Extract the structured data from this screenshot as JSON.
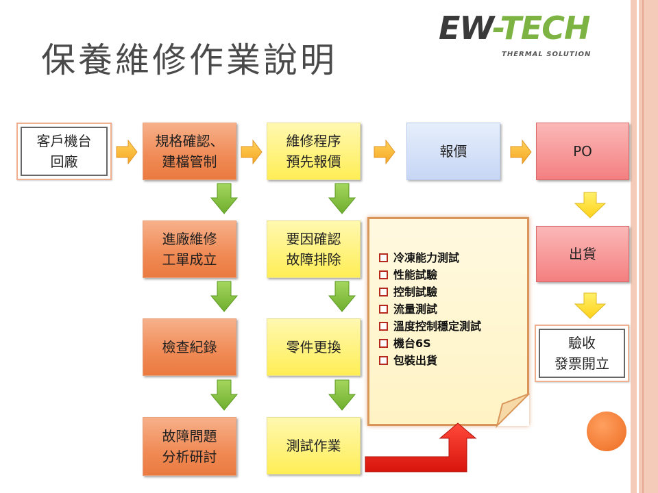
{
  "slide": {
    "title": "保養維修作業說明",
    "logo": {
      "main_part1": "EW",
      "main_part2": "-TECH",
      "tagline": "THERMAL SOLUTION"
    }
  },
  "flow": {
    "customer_return": "客戶機台\n回廠",
    "spec_confirm": "規格確認、\n建檔管制",
    "repair_quote": "維修程序\n預先報價",
    "quote": "報價",
    "po": "PO",
    "work_order": "進廠維修\n工單成立",
    "cause_confirm": "要因確認\n故障排除",
    "shipment": "出貨",
    "inspection_record": "檢查紀錄",
    "parts_replace": "零件更換",
    "acceptance": "驗收\n發票開立",
    "fault_analysis": "故障問題\n分析研討",
    "test_work": "測試作業"
  },
  "checklist": {
    "items": [
      "冷凍能力測試",
      "性能試驗",
      "控制試驗",
      "流量測試",
      "溫度控制穩定測試",
      "機台6S",
      "包裝出貨"
    ]
  },
  "colors": {
    "title": "#4a4a4a",
    "arrow_right": "#f5b13c",
    "arrow_down_green": "#8cc63f",
    "arrow_down_yellow": "#ffe14a",
    "red_arrow": "#e8231a",
    "checkbox": "#b52a1d"
  }
}
